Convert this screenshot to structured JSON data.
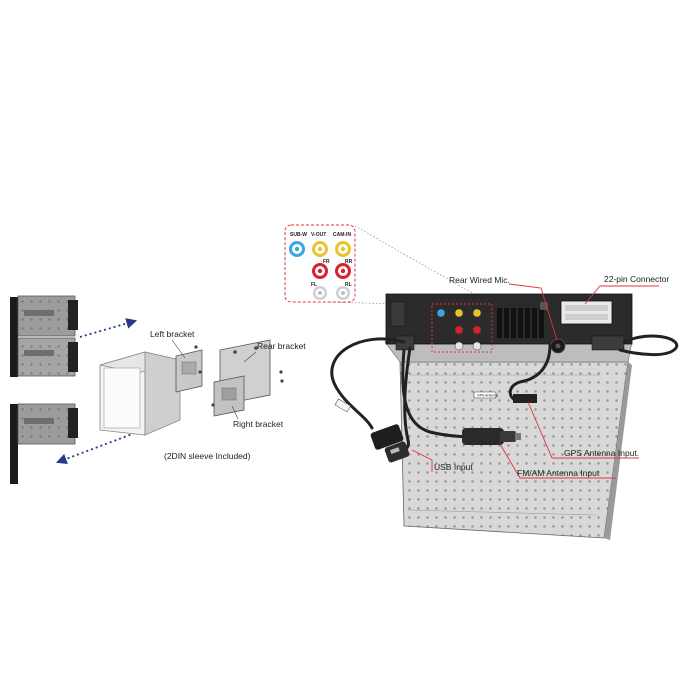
{
  "left_panel": {
    "left_bracket": "Left bracket",
    "rear_bracket": "Rear bracket",
    "right_bracket": "Right bracket",
    "sleeve_note": "(2DIN sleeve Included)"
  },
  "right_panel": {
    "rear_wired_mic": "Rear Wired Mic.",
    "pin_connector": "22-pin Connector",
    "gps_antenna": "GPS Antenna Input.",
    "usb_input": "USB Input",
    "fm_am_antenna": "FM/AM Antenna Input",
    "gps_cable_tag": "GPS Antenna"
  },
  "rca_panel": {
    "sub_w": "SUB-W",
    "v_out": "V-OUT",
    "cam_in": "CAM-IN",
    "fr": "FR",
    "rr": "RR",
    "fl": "FL",
    "rl": "RL"
  },
  "colors": {
    "red_accent": "#e0353a",
    "blue_arrow": "#243a8a",
    "jack_blue": "#39a6e0",
    "jack_yellow": "#e7c52a",
    "jack_red": "#d8222c",
    "jack_white": "#d9d9d9",
    "metal": "#a9a9a9",
    "dark": "#2b2b2b"
  }
}
